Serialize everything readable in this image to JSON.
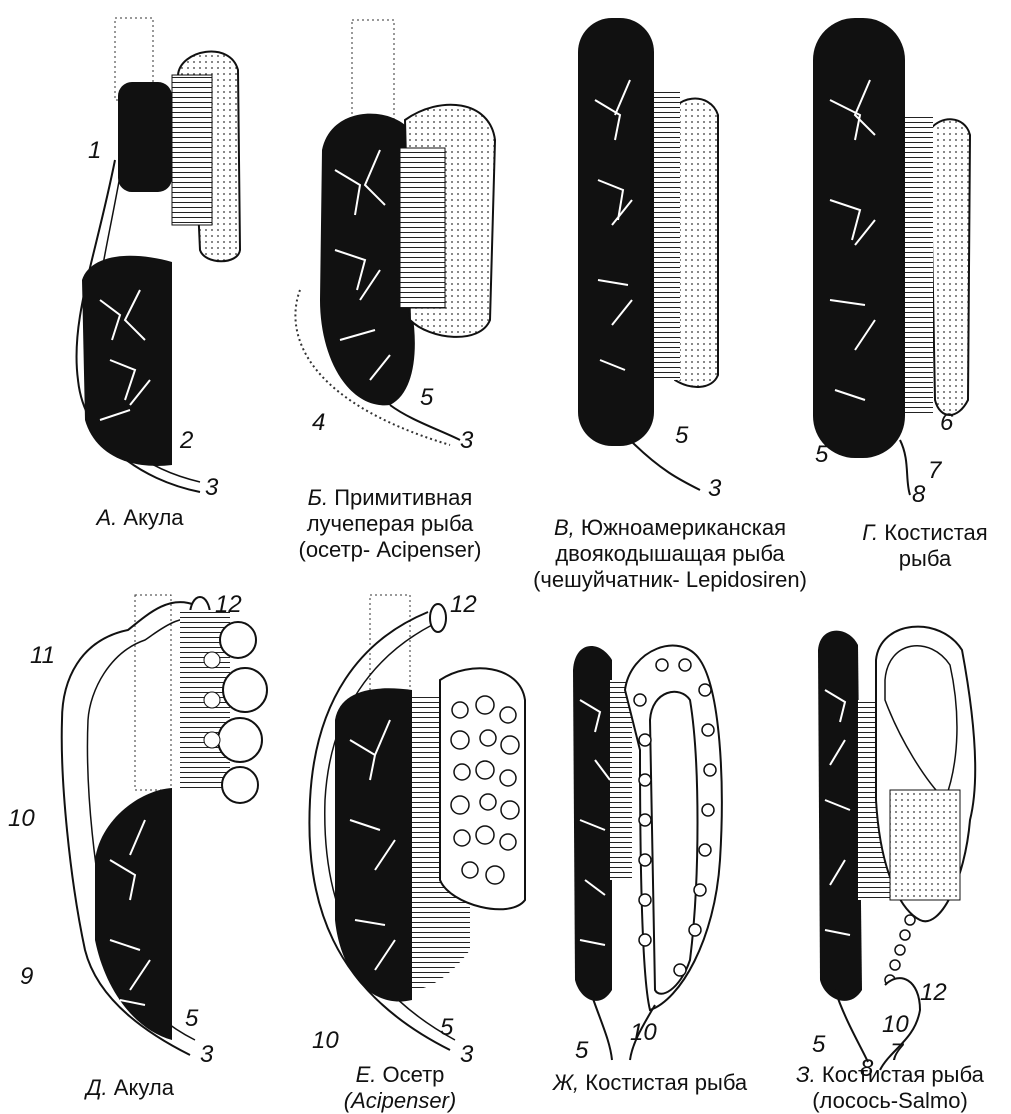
{
  "panels": [
    {
      "letter": "А.",
      "lines": [
        "Акула"
      ]
    },
    {
      "letter": "Б.",
      "lines": [
        "Примитивная",
        "лучеперая рыба",
        "(осетр- Acipenser)"
      ]
    },
    {
      "letter": "В,",
      "lines": [
        "Южноамериканская",
        "двоякодышащая рыба",
        "(чешуйчатник- Lepidosiren)"
      ]
    },
    {
      "letter": "Г.",
      "lines": [
        "Костистая",
        "рыба"
      ]
    },
    {
      "letter": "Д.",
      "lines": [
        "Акула"
      ]
    },
    {
      "letter": "Е.",
      "lines": [
        "Осетр",
        "(Acipenser)"
      ]
    },
    {
      "letter": "Ж,",
      "lines": [
        "Костистая рыба"
      ]
    },
    {
      "letter": "З.",
      "lines": [
        "Костистая рыба",
        "(лосось-Salmo)"
      ]
    }
  ],
  "labels": {
    "A": [
      "1",
      "2",
      "3"
    ],
    "B": [
      "4",
      "5",
      "3"
    ],
    "V": [
      "5",
      "3"
    ],
    "G": [
      "6",
      "5",
      "7",
      "8"
    ],
    "D": [
      "12",
      "11",
      "10",
      "9",
      "5",
      "3"
    ],
    "E": [
      "12",
      "10",
      "5",
      "3"
    ],
    "Zh": [
      "5",
      "10"
    ],
    "Z": [
      "12",
      "10",
      "5",
      "7",
      "8"
    ]
  }
}
